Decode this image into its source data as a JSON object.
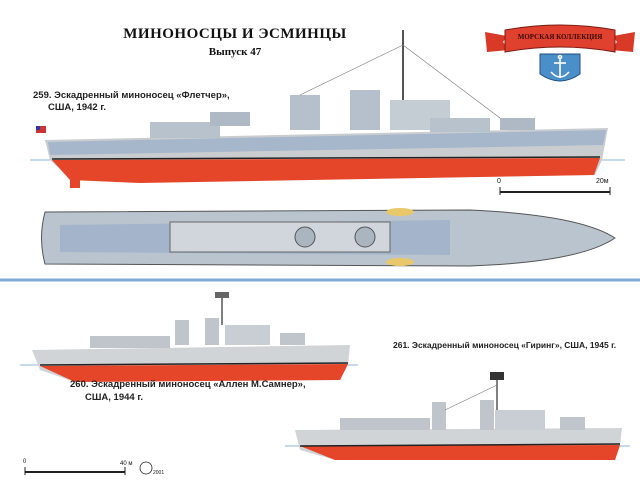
{
  "header": {
    "title": "МИНОНОСЦЫ И ЭСМИНЦЫ",
    "issue": "Выпуск 47"
  },
  "logo": {
    "text": "МОРСКАЯ КОЛЛЕКЦИЯ",
    "icon": "anchor-icon",
    "colors": {
      "ribbon": "#e0412f",
      "shield": "#4a8fc8"
    }
  },
  "ships": [
    {
      "caption_line1": "259. Эскадренный миноносец «Флетчер»,",
      "caption_line2": "США, 1942 г."
    },
    {
      "caption_line1": "260. Эскадренный миноносец «Аллен М.Самнер»,",
      "caption_line2": "США, 1944 г."
    },
    {
      "caption_line1": "261. Эскадренный миноносец «Гиринг», США, 1945 г."
    }
  ],
  "scales": [
    {
      "start": "0",
      "end": "20м"
    },
    {
      "start": "0",
      "end": "40 м",
      "mark": "2001"
    }
  ],
  "colors": {
    "hull_red": "#e5462a",
    "hull_grey": "#c9cdd0",
    "camo_blue": "#8fa6c8",
    "divider": "#7fa8d8"
  }
}
